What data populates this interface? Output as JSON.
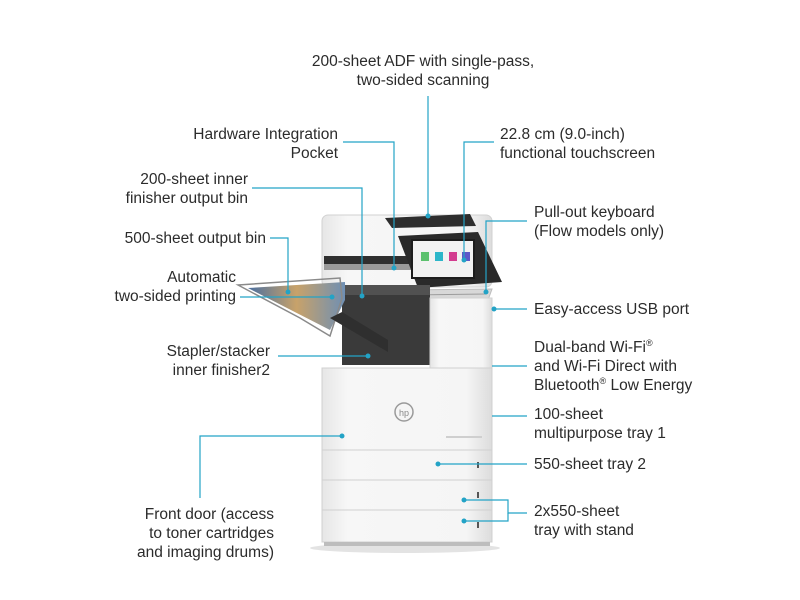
{
  "figure": {
    "labels": {
      "adf": [
        "200-sheet ADF with single-pass,",
        "two-sided scanning"
      ],
      "hip": [
        "Hardware Integration",
        "Pocket"
      ],
      "touchscreen": [
        "22.8 cm (9.0-inch)",
        "functional touchscreen"
      ],
      "inner_bin": [
        "200-sheet inner",
        "finisher output bin"
      ],
      "keyboard": [
        "Pull-out keyboard",
        "(Flow models only)"
      ],
      "output_bin": [
        "500-sheet output bin"
      ],
      "duplex": [
        "Automatic",
        "two-sided printing"
      ],
      "usb": [
        "Easy-access USB port"
      ],
      "stapler": [
        "Stapler/stacker",
        "inner finisher2"
      ],
      "wifi": [
        "Dual-band Wi-Fi",
        "and Wi-Fi Direct with",
        "Bluetooth",
        " Low Energy"
      ],
      "tray1": [
        "100-sheet",
        "multipurpose tray 1"
      ],
      "tray2": [
        "550-sheet tray 2"
      ],
      "front_door": [
        "Front door (access",
        "to toner cartridges",
        "and imaging drums)"
      ],
      "tray_stand": [
        "2x550-sheet",
        "tray with stand"
      ]
    },
    "registered_mark": "®",
    "brand_logo": "hp",
    "colors": {
      "connector": "#23a3c6",
      "text": "#2b2b2b",
      "printer_body": "#f3f3f3",
      "printer_dark": "#3a3a3a",
      "screen": "#1d1d1d"
    },
    "icons": {
      "logo": "hp-logo-icon",
      "screen_tiles": [
        "green",
        "teal",
        "magenta",
        "purple"
      ]
    }
  }
}
